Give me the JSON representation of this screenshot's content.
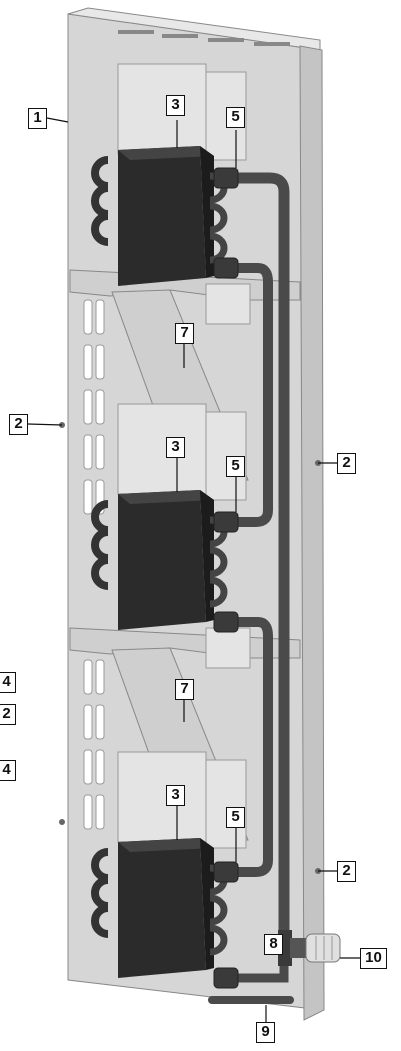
{
  "callouts": {
    "frame": "1",
    "fixing_left_a": "2",
    "fixing_right_a": "2",
    "fixing_left_b": "2",
    "fixing_right_b": "2",
    "exchanger_top": "3",
    "exchanger_middle": "3",
    "exchanger_bottom": "3",
    "bracket_a": "4",
    "bracket_b": "4",
    "valve_top": "5",
    "valve_middle": "5",
    "valve_bottom": "5",
    "plate_top": "7",
    "plate_middle": "7",
    "tee": "8",
    "connection": "9",
    "thermostat": "10"
  },
  "colors": {
    "panel": "#d9d9d9",
    "panel_shadow": "#bdbdbd",
    "exchanger": "#2b2b2b",
    "pipe": "#4a4a4a",
    "outline": "#111111"
  }
}
